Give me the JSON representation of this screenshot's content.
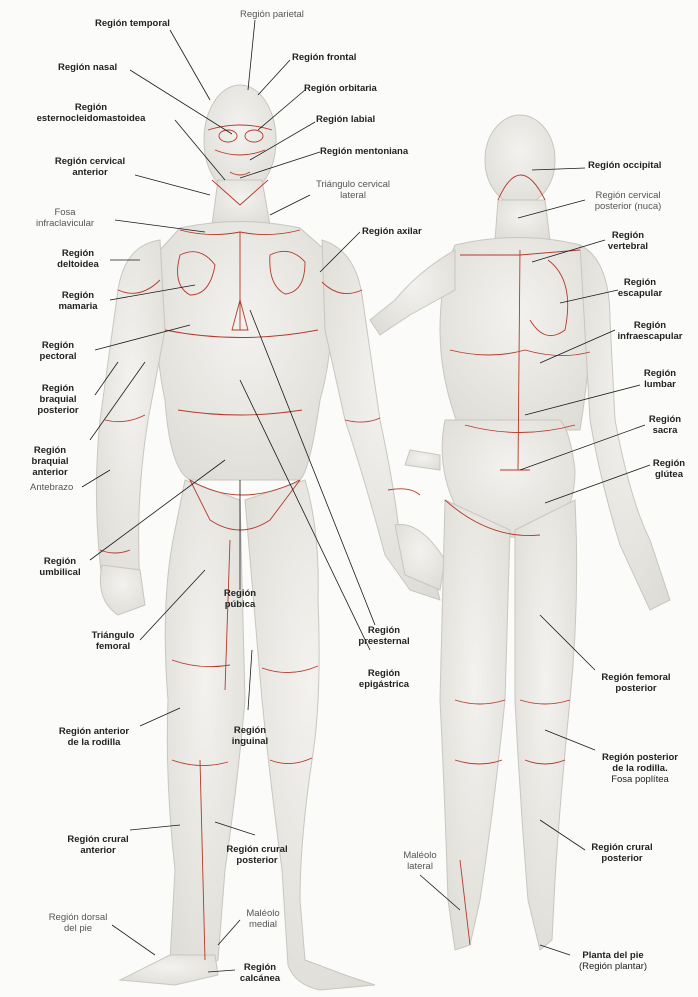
{
  "labels": {
    "region_temporal": "Región temporal",
    "region_parietal": "Región parietal",
    "region_frontal": "Región frontal",
    "region_nasal": "Región nasal",
    "region_orbitaria": "Región orbitaria",
    "region_esternocleidomastoidea_1": "Región",
    "region_esternocleidomastoidea_2": "esternocleidomastoidea",
    "region_labial": "Región labial",
    "region_mentoniana": "Región mentoniana",
    "region_cervical_anterior_1": "Región cervical",
    "region_cervical_anterior_2": "anterior",
    "triangulo_cervical_lateral_1": "Triángulo cervical",
    "triangulo_cervical_lateral_2": "lateral",
    "fosa_infraclavicular_1": "Fosa",
    "fosa_infraclavicular_2": "infraclavicular",
    "region_axilar": "Región axilar",
    "region_deltoidea_1": "Región",
    "region_deltoidea_2": "deltoidea",
    "region_mamaria_1": "Región",
    "region_mamaria_2": "mamaria",
    "region_pectoral_1": "Región",
    "region_pectoral_2": "pectoral",
    "region_braquial_posterior_1": "Región",
    "region_braquial_posterior_2": "braquial",
    "region_braquial_posterior_3": "posterior",
    "region_braquial_anterior_1": "Región",
    "region_braquial_anterior_2": "braquial",
    "region_braquial_anterior_3": "anterior",
    "antebrazo": "Antebrazo",
    "region_umbilical_1": "Región",
    "region_umbilical_2": "umbilical",
    "region_pubica_1": "Región",
    "region_pubica_2": "púbica",
    "region_preesternal_1": "Región",
    "region_preesternal_2": "preesternal",
    "region_epigastrica_1": "Región",
    "region_epigastrica_2": "epigástrica",
    "triangulo_femoral_1": "Triángulo",
    "triangulo_femoral_2": "femoral",
    "region_anterior_rodilla_1": "Región anterior",
    "region_anterior_rodilla_2": "de la rodilla",
    "region_inguinal_1": "Región",
    "region_inguinal_2": "inguinal",
    "region_crural_anterior_1": "Región crural",
    "region_crural_anterior_2": "anterior",
    "region_crural_posterior_front_1": "Región crural",
    "region_crural_posterior_front_2": "posterior",
    "region_dorsal_pie_1": "Región dorsal",
    "region_dorsal_pie_2": "del pie",
    "maleolo_medial_1": "Maléolo",
    "maleolo_medial_2": "medial",
    "region_calcanea_1": "Región",
    "region_calcanea_2": "calcánea",
    "region_occipital": "Región occipital",
    "region_cervical_posterior_1": "Región cervical",
    "region_cervical_posterior_2": "posterior (nuca)",
    "region_vertebral_1": "Región",
    "region_vertebral_2": "vertebral",
    "region_escapular_1": "Región",
    "region_escapular_2": "escapular",
    "region_infraescapular_1": "Región",
    "region_infraescapular_2": "infraescapular",
    "region_lumbar_1": "Región",
    "region_lumbar_2": "lumbar",
    "region_sacra_1": "Región",
    "region_sacra_2": "sacra",
    "region_glutea_1": "Región",
    "region_glutea_2": "glútea",
    "region_femoral_posterior_1": "Región femoral",
    "region_femoral_posterior_2": "posterior",
    "region_posterior_rodilla_1": "Región posterior",
    "region_posterior_rodilla_2": "de la rodilla.",
    "region_posterior_rodilla_3": "Fosa poplítea",
    "region_crural_posterior_back_1": "Región crural",
    "region_crural_posterior_back_2": "posterior",
    "maleolo_lateral_1": "Maléolo",
    "maleolo_lateral_2": "lateral",
    "planta_pie_1": "Planta del pie",
    "planta_pie_2": "(Región plantar)"
  },
  "colors": {
    "skin": "#ecebe7",
    "skin_shadow": "#d8d6d0",
    "region_line": "#b33a2a",
    "leader_line": "#1a1a1a",
    "label_text": "#222222"
  }
}
